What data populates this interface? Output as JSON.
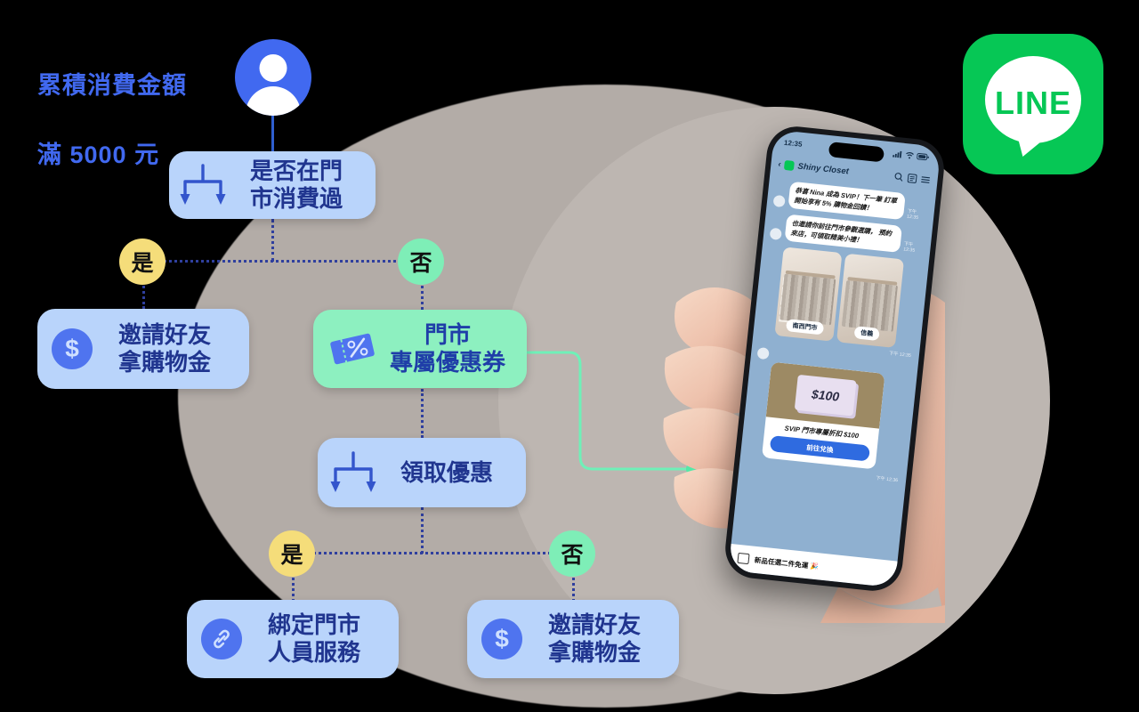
{
  "headline": {
    "line1": "累積消費金額",
    "line2": "滿 5000 元",
    "color": "#4169f0"
  },
  "brand": {
    "line_logo_text": "LINE",
    "line_green": "#06c755"
  },
  "flow": {
    "start_icon": "user-avatar-icon",
    "nodes": [
      {
        "id": "store-spend-question",
        "icon": "branch-fork-icon",
        "text": "是否在門\n市消費過",
        "color": "blue"
      },
      {
        "id": "invite-friends-top",
        "icon": "dollar-coin-icon",
        "text": "邀請好友\n拿購物金",
        "color": "blue"
      },
      {
        "id": "store-exclusive-coupon",
        "icon": "coupon-percent-icon",
        "text": "門市\n專屬優惠券",
        "color": "green"
      },
      {
        "id": "claim-offer",
        "icon": "branch-fork-icon",
        "text": "領取優惠",
        "color": "blue"
      },
      {
        "id": "bind-store-staff",
        "icon": "link-chain-icon",
        "text": "綁定門市\n人員服務",
        "color": "blue"
      },
      {
        "id": "invite-friends-bottom",
        "icon": "dollar-coin-icon",
        "text": "邀請好友\n拿購物金",
        "color": "blue"
      }
    ],
    "badges": [
      {
        "id": "yes-top",
        "label": "是",
        "kind": "yes",
        "color": "#f5dd7a"
      },
      {
        "id": "no-top",
        "label": "否",
        "kind": "no",
        "color": "#7eeeb7"
      },
      {
        "id": "yes-bottom",
        "label": "是",
        "kind": "yes",
        "color": "#f5dd7a"
      },
      {
        "id": "no-bottom",
        "label": "否",
        "kind": "no",
        "color": "#7eeeb7"
      }
    ],
    "dollar_glyph": "$",
    "percent_glyph": "%"
  },
  "phone": {
    "status": {
      "time": "12:35",
      "signal": "signal-icon",
      "wifi": "wifi-icon",
      "battery": "battery-icon"
    },
    "chat_header": {
      "back": "‹",
      "account_name": "Shiny Closet",
      "search_icon": "search-icon",
      "menu_icon": "menu-list-icon",
      "hamburger_icon": "hamburger-icon"
    },
    "messages": [
      {
        "text": "恭喜 Nina 成為 SVIP！下一筆\n訂單開始享有 5% 購物金回饋！",
        "time": "下午 12:35"
      },
      {
        "text": "也邀請你前往門市參觀選購，\n預約來店，可領取精美小禮！",
        "time": "下午 12:35"
      }
    ],
    "store_cards": [
      {
        "label": "南西門市"
      },
      {
        "label": "信義"
      }
    ],
    "store_cards_time": "下午 12:35",
    "coupon": {
      "amount": "$100",
      "caption": "SVIP 門市專屬折扣 $100",
      "button": "前往兌換",
      "time": "下午 12:36"
    },
    "input_bar": {
      "keyboard_icon": "keyboard-icon",
      "promo_text": "新品任選二件免運 🎉"
    }
  }
}
